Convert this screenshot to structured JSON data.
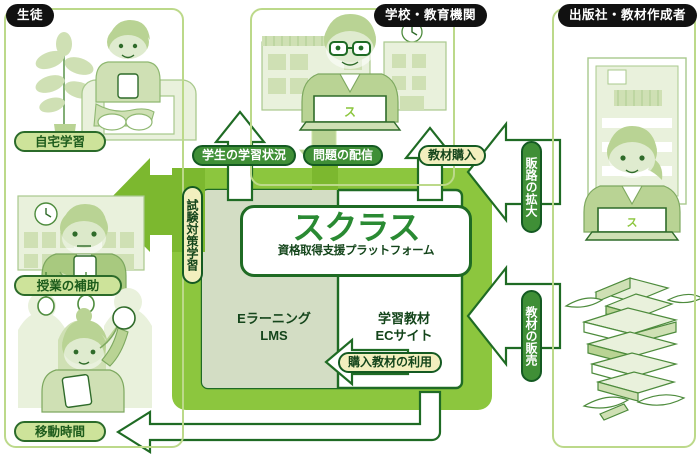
{
  "diagram": {
    "title": "スクラス 資格取得支援プラットフォーム 相関図",
    "colors": {
      "bright_green": "#7cb82f",
      "mid_green": "#8cc63e",
      "dark_green": "#14451b",
      "line_green": "#1f6b24",
      "panel_border": "#bcd98a",
      "cream": "#f2efbe",
      "pill_green": "#cde39a",
      "grey_green": "#d3ddc4",
      "tab_black": "#111111"
    }
  },
  "panels": [
    {
      "id": "student",
      "tab": "生徒"
    },
    {
      "id": "school",
      "tab": "学校・教育機関"
    },
    {
      "id": "publisher",
      "tab": "出版社・教材作成者"
    }
  ],
  "illustrations": [
    {
      "id": "home-study",
      "caption": "自宅学習",
      "alt": "ソファで端末を見る生徒と観葉植物"
    },
    {
      "id": "class-support",
      "caption": "授業の補助",
      "alt": "教室で端末を使う生徒と時計のある校舎"
    },
    {
      "id": "commute-time",
      "caption": "移動時間",
      "alt": "電車のつり革につかまり端末を見る生徒"
    },
    {
      "id": "school-teacher",
      "caption": "",
      "alt": "メガネの先生がノートPCを使う、校舎のイラスト"
    },
    {
      "id": "publisher-staff",
      "caption": "",
      "alt": "ビルを背景にノートPCを使う女性スタッフ"
    },
    {
      "id": "textbook-stack",
      "caption": "",
      "alt": "積み上げられた教材・テキストの山"
    }
  ],
  "platform": {
    "logo_main": "スクラス",
    "logo_sub": "資格取得支援プラットフォーム",
    "services": [
      {
        "id": "lms",
        "line1": "Eラーニング",
        "line2": "LMS"
      },
      {
        "id": "ec",
        "line1": "学習教材",
        "line2": "ECサイト"
      }
    ]
  },
  "flows": [
    {
      "id": "exam-prep",
      "label": "試験対策学習",
      "style": "cream",
      "orient": "v"
    },
    {
      "id": "learning-status",
      "label": "学生の学習状況",
      "style": "dark",
      "orient": "h"
    },
    {
      "id": "question-delivery",
      "label": "問題の配信",
      "style": "dark",
      "orient": "h"
    },
    {
      "id": "material-purchase",
      "label": "教材購入",
      "style": "cream",
      "orient": "h"
    },
    {
      "id": "channel-expansion",
      "label": "販路の拡大",
      "style": "dark",
      "orient": "v"
    },
    {
      "id": "material-sales",
      "label": "教材の販売",
      "style": "dark",
      "orient": "v"
    },
    {
      "id": "material-use",
      "label": "購入教材の利用",
      "style": "cream",
      "orient": "h"
    }
  ]
}
